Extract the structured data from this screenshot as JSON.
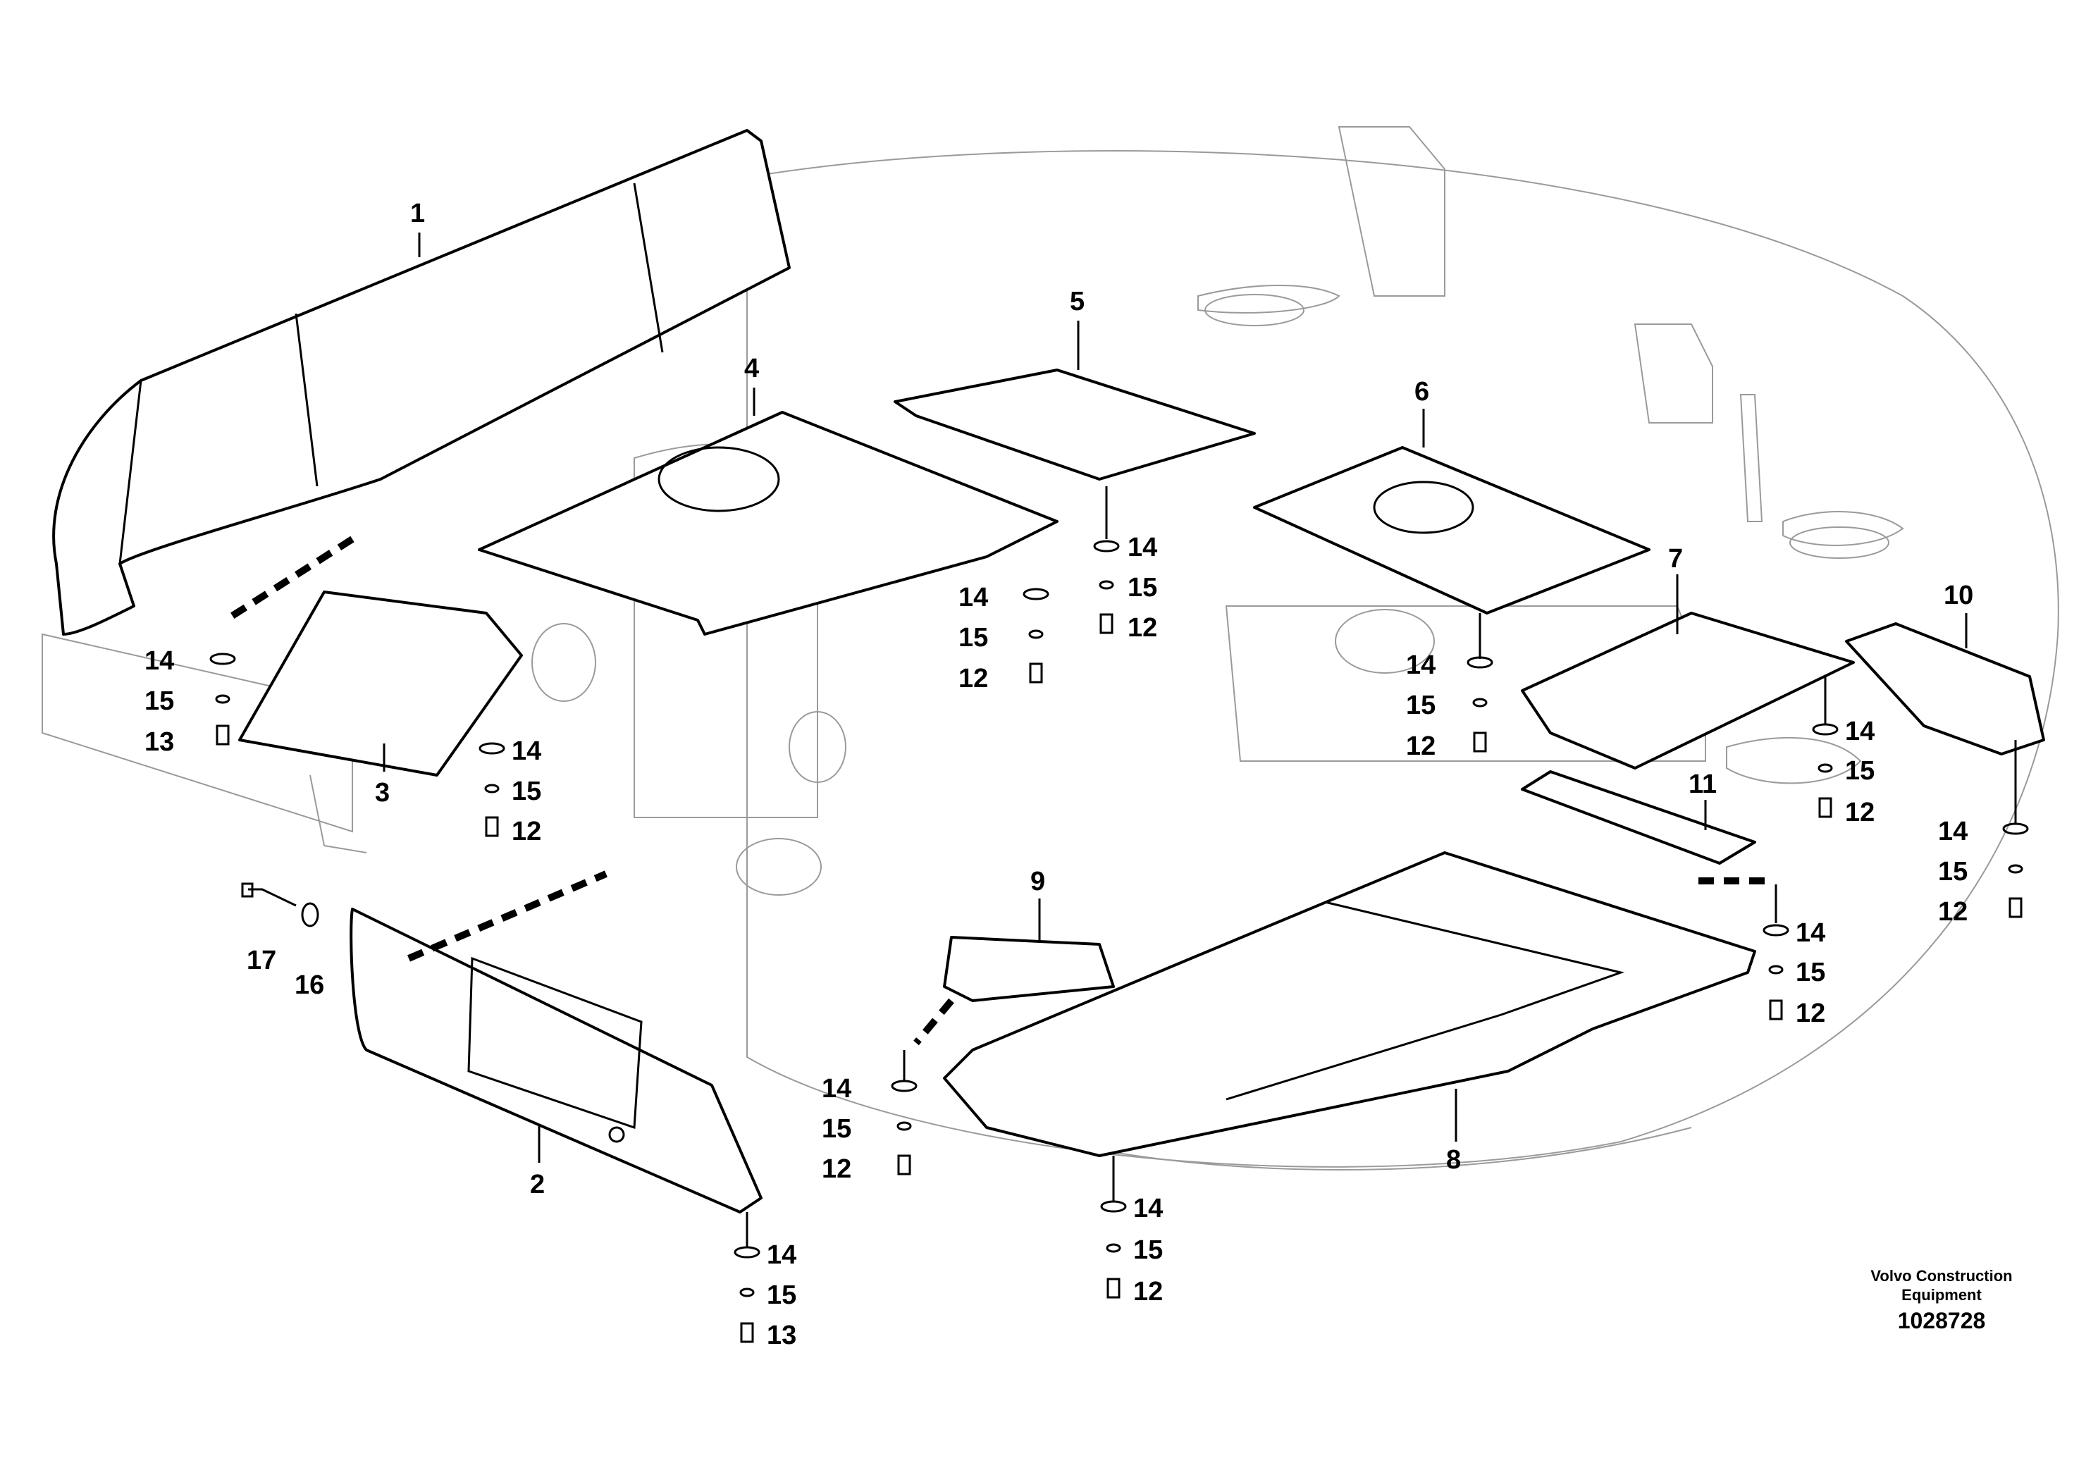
{
  "figure": {
    "caption_line1": "Volvo Construction",
    "caption_line2": "Equipment",
    "drawing_number": "1028728"
  },
  "callouts": {
    "c1": "1",
    "c2": "2",
    "c3": "3",
    "c4": "4",
    "c5": "5",
    "c6": "6",
    "c7": "7",
    "c8": "8",
    "c9": "9",
    "c10": "10",
    "c11": "11",
    "c17": "17",
    "c16": "16",
    "h1_14": "14",
    "h1_15": "15",
    "h1_13": "13",
    "h3_14": "14",
    "h3_15": "15",
    "h3_12": "12",
    "h4_14": "14",
    "h4_15": "15",
    "h4_12": "12",
    "h5_14": "14",
    "h5_15": "15",
    "h5_12": "12",
    "h6_14": "14",
    "h6_15": "15",
    "h6_12": "12",
    "h7_14": "14",
    "h7_15": "15",
    "h7_12": "12",
    "h10_14": "14",
    "h10_15": "15",
    "h10_12": "12",
    "h11_14": "14",
    "h11_15": "15",
    "h11_12": "12",
    "h9_14": "14",
    "h9_15": "15",
    "h9_12": "12",
    "h8_14": "14",
    "h8_15": "15",
    "h8_12": "12",
    "h2_14": "14",
    "h2_15": "15",
    "h2_13": "13"
  }
}
